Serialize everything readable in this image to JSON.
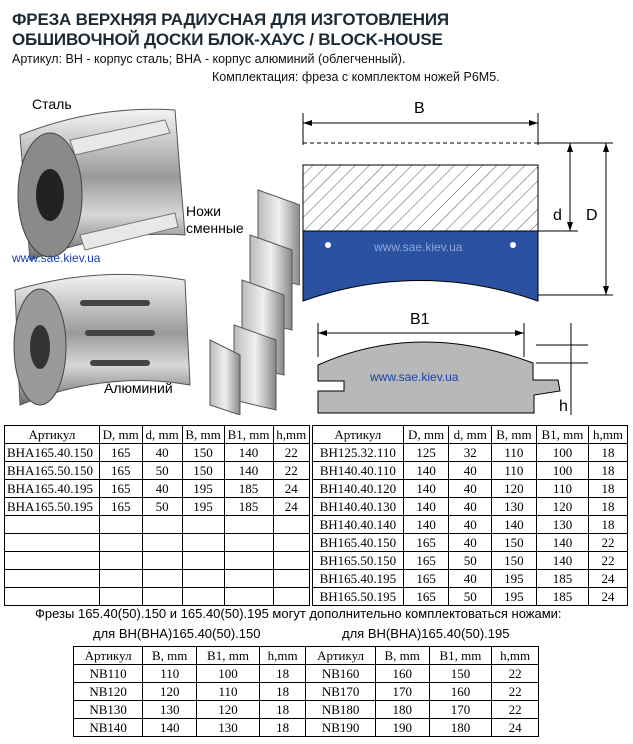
{
  "title1": "ФРЕЗА ВЕРХНЯЯ РАДИУСНАЯ ДЛЯ ИЗГОТОВЛЕНИЯ",
  "title2": "ОБШИВОЧНОЙ ДОСКИ БЛОК-ХАУС / BLOCK-HOUSE",
  "article_line": "Артикул: ВН - корпус сталь; ВНА - корпус алюминий (облегченный).",
  "kit_line": "Комплектация: фреза с комплектом ножей Р6М5.",
  "label_steel": "Сталь",
  "label_knives1": "Ножи",
  "label_knives2": "сменные",
  "label_alu": "Алюминий",
  "url": "www.sae.kiev.ua",
  "dim_B": "B",
  "dim_d": "d",
  "dim_D": "D",
  "dim_B1": "B1",
  "dim_h": "h",
  "table1": {
    "headers": [
      "Артикул",
      "D, mm",
      "d, mm",
      "B, mm",
      "B1, mm",
      "h,mm"
    ],
    "rows": [
      [
        "BHA165.40.150",
        "165",
        "40",
        "150",
        "140",
        "22"
      ],
      [
        "BHA165.50.150",
        "165",
        "50",
        "150",
        "140",
        "22"
      ],
      [
        "BHA165.40.195",
        "165",
        "40",
        "195",
        "185",
        "24"
      ],
      [
        "BHA165.50.195",
        "165",
        "50",
        "195",
        "185",
        "24"
      ]
    ]
  },
  "table2": {
    "headers": [
      "Артикул",
      "D, mm",
      "d, mm",
      "B, mm",
      "B1, mm",
      "h,mm"
    ],
    "rows": [
      [
        "BH125.32.110",
        "125",
        "32",
        "110",
        "100",
        "18"
      ],
      [
        "BH140.40.110",
        "140",
        "40",
        "110",
        "100",
        "18"
      ],
      [
        "BH140.40.120",
        "140",
        "40",
        "120",
        "110",
        "18"
      ],
      [
        "BH140.40.130",
        "140",
        "40",
        "130",
        "120",
        "18"
      ],
      [
        "BH140.40.140",
        "140",
        "40",
        "140",
        "130",
        "18"
      ],
      [
        "BH165.40.150",
        "165",
        "40",
        "150",
        "140",
        "22"
      ],
      [
        "BH165.50.150",
        "165",
        "50",
        "150",
        "140",
        "22"
      ],
      [
        "BH165.40.195",
        "165",
        "40",
        "195",
        "185",
        "24"
      ],
      [
        "BH165.50.195",
        "165",
        "50",
        "195",
        "185",
        "24"
      ]
    ]
  },
  "note_main": "Фрезы 165.40(50).150 и 165.40(50).195 могут дополнительно комплектоваться ножами:",
  "note_left": "для BH(BHA)165.40(50).150",
  "note_right": "для BH(BHA)165.40(50).195",
  "table3": {
    "headers": [
      "Артикул",
      "B, mm",
      "B1, mm",
      "h,mm",
      "Артикул",
      "B, mm",
      "B1, mm",
      "h,mm"
    ],
    "rows": [
      [
        "NB110",
        "110",
        "100",
        "18",
        "NB160",
        "160",
        "150",
        "22"
      ],
      [
        "NB120",
        "120",
        "110",
        "18",
        "NB170",
        "170",
        "160",
        "22"
      ],
      [
        "NB130",
        "130",
        "120",
        "18",
        "NB180",
        "180",
        "170",
        "22"
      ],
      [
        "NB140",
        "140",
        "130",
        "18",
        "NB190",
        "190",
        "180",
        "24"
      ]
    ]
  },
  "colors": {
    "profile_blue": "#2a52a0",
    "title": "#1c2a36",
    "url": "#1a3fa8"
  }
}
